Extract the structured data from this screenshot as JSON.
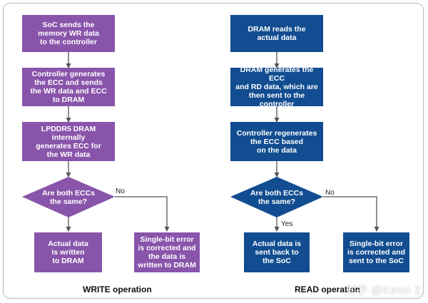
{
  "colors": {
    "write": "#8955ab",
    "read": "#124d91",
    "connector": "#555555"
  },
  "write": {
    "steps": [
      "SoC sends the\nmemory WR data\nto the controller",
      "Controller generates\nthe ECC and sends\nthe WR data and ECC\nto DRAM",
      "LPDDR5 DRAM internally\ngenerates ECC for\nthe WR data"
    ],
    "decision": "Are both ECCs\nthe same?",
    "no_label": "No",
    "outcome_same": "Actual data\nis written\nto DRAM",
    "outcome_diff": "Single-bit error\nis corrected and\nthe data is\nwritten to DRAM",
    "caption": "WRITE operation"
  },
  "read": {
    "steps": [
      "DRAM reads the\nactual data",
      "DRAM generates the ECC\nand RD data, which are\nthen sent to the controller",
      "Controller regenerates\nthe ECC based\non the data"
    ],
    "decision": "Are both ECCs\nthe same?",
    "yes_label": "Yes",
    "no_label": "No",
    "outcome_same": "Actual data is\nsent back to\nthe SoC",
    "outcome_diff": "Single-bit error\nis corrected and\nsent to the SoC",
    "caption": "READ operation"
  },
  "watermark": "知乎 @Kevin Z"
}
